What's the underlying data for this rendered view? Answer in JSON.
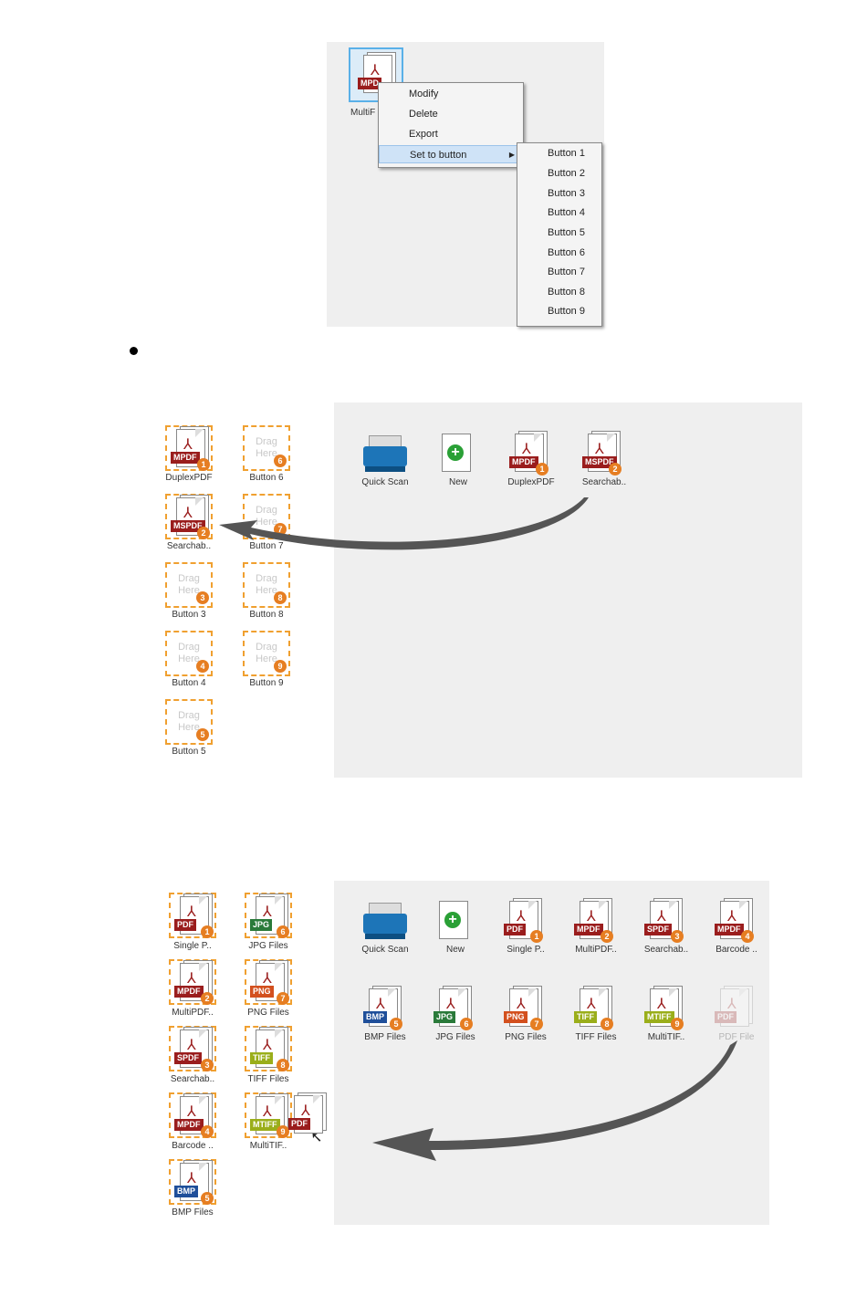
{
  "figure1": {
    "file_label": "MultiF",
    "file_tag": "MPD",
    "context_menu": [
      "Modify",
      "Delete",
      "Export",
      "Set to button"
    ],
    "submenu": [
      "Button 1",
      "Button 2",
      "Button 3",
      "Button 4",
      "Button 5",
      "Button 6",
      "Button 7",
      "Button 8",
      "Button 9"
    ]
  },
  "figure2": {
    "slots": [
      {
        "tag": "MPDF",
        "badge": "1",
        "label": "DuplexPDF",
        "filled": true,
        "color": "#9a1d1d"
      },
      {
        "tag": "MSPDF",
        "badge": "2",
        "label": "Searchab..",
        "filled": true,
        "color": "#9a1d1d"
      },
      {
        "drag": "Drag\nHere",
        "badge": "3",
        "label": "Button 3",
        "filled": false
      },
      {
        "drag": "Drag\nHere",
        "badge": "4",
        "label": "Button 4",
        "filled": false
      },
      {
        "drag": "Drag\nHere",
        "badge": "5",
        "label": "Button 5",
        "filled": false
      },
      {
        "drag": "Drag\nHere",
        "badge": "6",
        "label": "Button 6",
        "filled": false
      },
      {
        "drag": "Drag\nHere",
        "badge": "7",
        "label": "Button 7",
        "filled": false
      },
      {
        "drag": "Drag\nHere",
        "badge": "8",
        "label": "Button 8",
        "filled": false
      },
      {
        "drag": "Drag\nHere",
        "badge": "9",
        "label": "Button 9",
        "filled": false
      }
    ],
    "panel_items": [
      {
        "label": "Quick Scan",
        "kind": "scanner"
      },
      {
        "label": "New",
        "kind": "new"
      },
      {
        "label": "DuplexPDF",
        "tag": "MPDF",
        "badge": "1",
        "color": "#9a1d1d"
      },
      {
        "label": "Searchab..",
        "tag": "MSPDF",
        "badge": "2",
        "color": "#9a1d1d"
      }
    ]
  },
  "figure3": {
    "slots": [
      {
        "tag": "PDF",
        "badge": "1",
        "label": "Single P..",
        "color": "#9a1d1d"
      },
      {
        "tag": "MPDF",
        "badge": "2",
        "label": "MultiPDF..",
        "color": "#9a1d1d"
      },
      {
        "tag": "SPDF",
        "badge": "3",
        "label": "Searchab..",
        "color": "#9a1d1d"
      },
      {
        "tag": "MPDF",
        "badge": "4",
        "label": "Barcode ..",
        "color": "#9a1d1d"
      },
      {
        "tag": "BMP",
        "badge": "5",
        "label": "BMP Files",
        "color": "#1f4f9a"
      },
      {
        "tag": "JPG",
        "badge": "6",
        "label": "JPG Files",
        "color": "#2a7a3a"
      },
      {
        "tag": "PNG",
        "badge": "7",
        "label": "PNG Files",
        "color": "#d3501e"
      },
      {
        "tag": "TIFF",
        "badge": "8",
        "label": "TIFF Files",
        "color": "#9aae1a"
      },
      {
        "tag": "MTIFF",
        "badge": "9",
        "label": "MultiTIF..",
        "color": "#9aae1a"
      }
    ],
    "dragging_tag": "PDF",
    "panel_row1": [
      {
        "label": "Quick Scan",
        "kind": "scanner"
      },
      {
        "label": "New",
        "kind": "new"
      },
      {
        "label": "Single P..",
        "tag": "PDF",
        "badge": "1",
        "color": "#9a1d1d"
      },
      {
        "label": "MultiPDF..",
        "tag": "MPDF",
        "badge": "2",
        "color": "#9a1d1d"
      },
      {
        "label": "Searchab..",
        "tag": "SPDF",
        "badge": "3",
        "color": "#9a1d1d"
      },
      {
        "label": "Barcode ..",
        "tag": "MPDF",
        "badge": "4",
        "color": "#9a1d1d"
      }
    ],
    "panel_row2": [
      {
        "label": "BMP Files",
        "tag": "BMP",
        "badge": "5",
        "color": "#1f4f9a"
      },
      {
        "label": "JPG Files",
        "tag": "JPG",
        "badge": "6",
        "color": "#2a7a3a"
      },
      {
        "label": "PNG Files",
        "tag": "PNG",
        "badge": "7",
        "color": "#d3501e"
      },
      {
        "label": "TIFF Files",
        "tag": "TIFF",
        "badge": "8",
        "color": "#9aae1a"
      },
      {
        "label": "MultiTIF..",
        "tag": "MTIFF",
        "badge": "9",
        "color": "#9aae1a"
      },
      {
        "label": "PDF File",
        "tag": "PDF",
        "color": "#9a1d1d",
        "ghost": true
      }
    ]
  }
}
